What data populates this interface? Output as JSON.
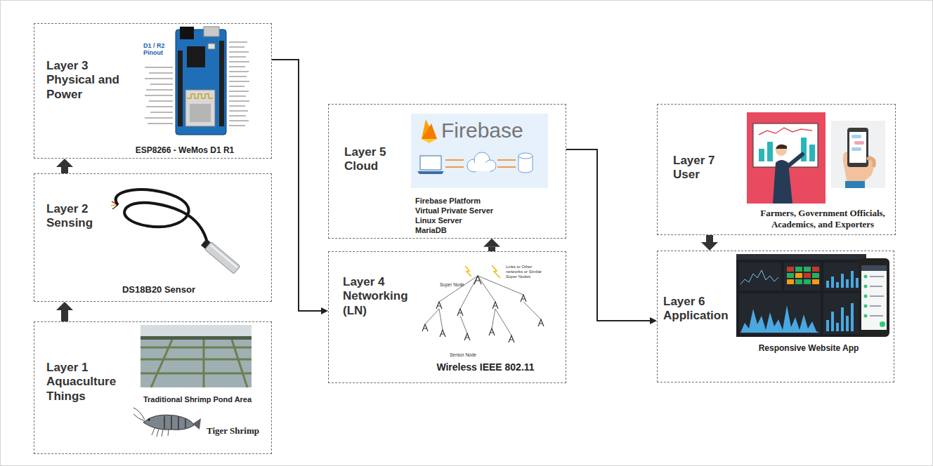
{
  "diagram": {
    "nodes": [
      {
        "text": [
          "Layer 1 Aquaculture Things",
          "Traditional Shrimp Pond Area",
          "Tiger Shrimp"
        ]
      },
      {
        "text": [
          "Layer 2 Sensing",
          "DS18B20 Sensor"
        ]
      },
      {
        "text": [
          "Layer 3 Physical and Power",
          "ESP8266 - WeMos D1 R1"
        ]
      },
      {
        "text": [
          "Layer 4 Networking (LN)",
          "Wireless IEEE 802.11"
        ]
      },
      {
        "text": [
          "Layer 5 Cloud",
          "Firebase Platform",
          "Virtual Private Server",
          "Linux Server",
          "MariaDB"
        ]
      },
      {
        "text": [
          "Layer 6 Application",
          "Responsive Website App"
        ]
      },
      {
        "text": [
          "Layer 7 User",
          "Farmers, Government Officials, Academics, and Exporters"
        ]
      }
    ],
    "edges": [
      {
        "from": 0,
        "to": 1,
        "arrow": "to"
      },
      {
        "from": 1,
        "to": 2,
        "arrow": "to"
      },
      {
        "from": 2,
        "to": 3,
        "arrow": "to"
      },
      {
        "from": 3,
        "to": 4,
        "arrow": "to"
      },
      {
        "from": 4,
        "to": 5,
        "arrow": "to"
      },
      {
        "from": 6,
        "to": 5,
        "arrow": "to"
      }
    ],
    "labels": [
      "D1 / R2 Pinout",
      "Firebase",
      "Links to Other networks or Similar Super Nodes",
      "Super Node",
      "Sensor Node"
    ]
  }
}
